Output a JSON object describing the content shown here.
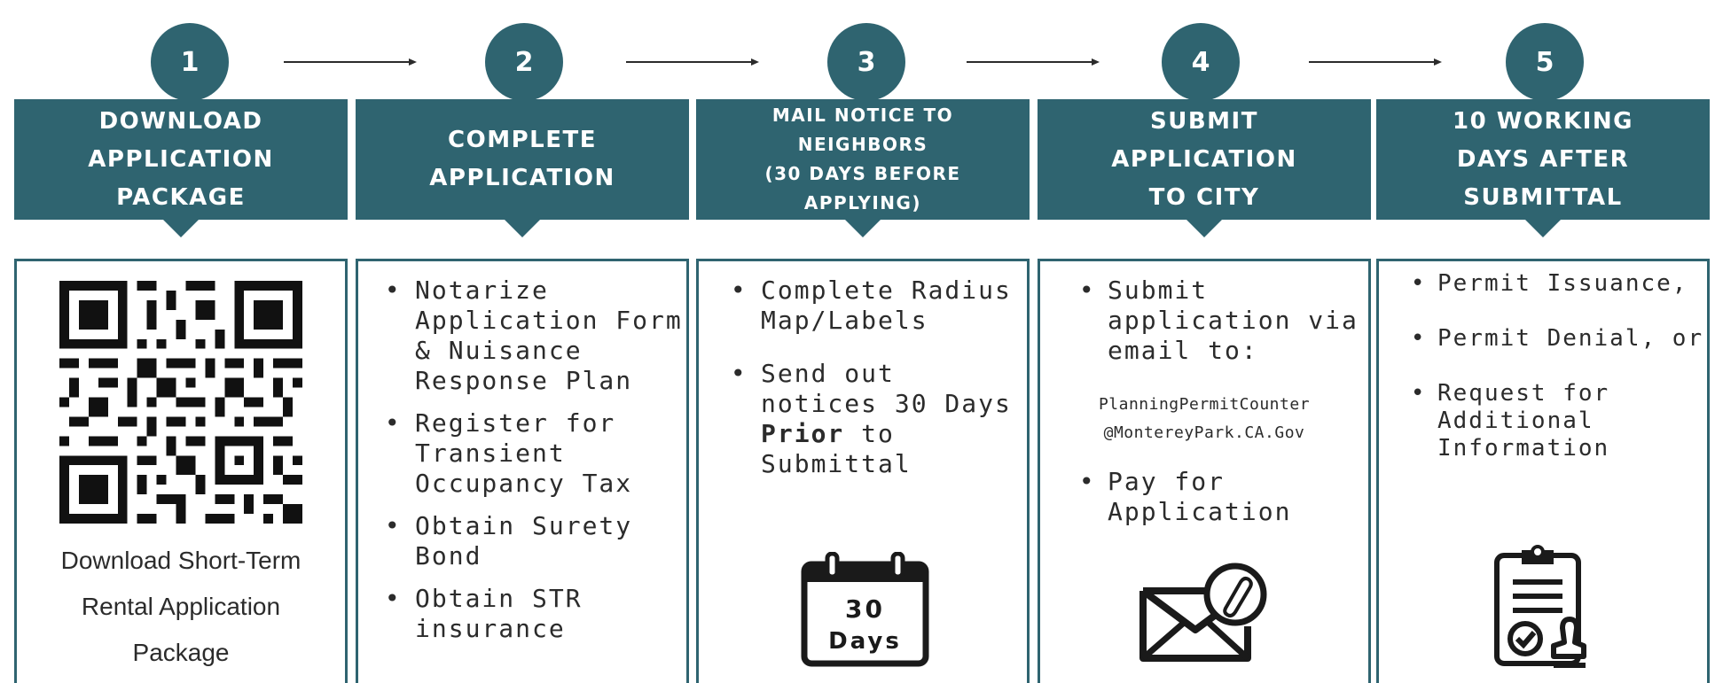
{
  "colors": {
    "accent": "#2f6470",
    "text": "#2b2b2b"
  },
  "steps": [
    {
      "number": "1",
      "header": "DOWNLOAD\nAPPLICATION\nPACKAGE"
    },
    {
      "number": "2",
      "header": "COMPLETE\nAPPLICATION"
    },
    {
      "number": "3",
      "header": "MAIL NOTICE TO\nNEIGHBORS\n(30 DAYS BEFORE\nAPPLYING)"
    },
    {
      "number": "4",
      "header": "SUBMIT\nAPPLICATION\nTO CITY"
    },
    {
      "number": "5",
      "header": "10 WORKING\nDAYS AFTER\nSUBMITTAL"
    }
  ],
  "panel1": {
    "qr_icon": "qr-code",
    "caption_lines": [
      "Download Short-Term",
      "Rental Application",
      "Package"
    ]
  },
  "panel2": {
    "items": [
      "Notarize Application Form & Nuisance Response Plan",
      "Register for Transient Occupancy Tax",
      "Obtain Surety Bond",
      "Obtain STR insurance"
    ]
  },
  "panel3": {
    "item1": "Complete Radius Map/Labels",
    "item2_before": "Send out notices 30 Days ",
    "item2_bold": "Prior",
    "item2_after": " to Submittal",
    "calendar_icon": "calendar-icon",
    "calendar_number": "30",
    "calendar_unit": "Days"
  },
  "panel4": {
    "item1": "Submit application via email to:",
    "email": "PlanningPermitCounter\n@MontereyPark.CA.Gov",
    "item2": "Pay for Application",
    "mail_icon": "envelope-attachment-icon"
  },
  "panel5": {
    "items": [
      "Permit Issuance,",
      "Permit Denial, or",
      "Request for Additional Information"
    ],
    "clipboard_icon": "clipboard-stamp-icon"
  }
}
